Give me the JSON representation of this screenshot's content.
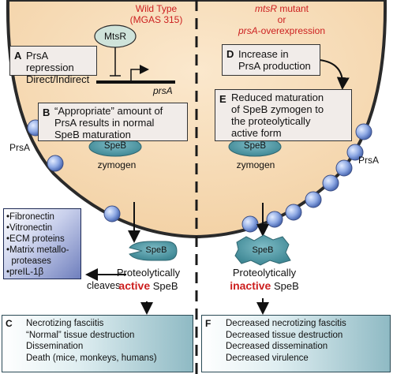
{
  "wild_type": {
    "line1": "Wild Type",
    "line2": "(MGAS 315)"
  },
  "mutant": {
    "line1_italic": "mtsR",
    "line1_rest": " mutant",
    "line2": "or",
    "line3_italic": "prsA",
    "line3_rest": "-overexpression"
  },
  "mtsr_label": "MtsR",
  "prsa_gene": "prsA",
  "box_a": {
    "letter": "A",
    "lines": [
      "PrsA repression",
      "Direct/Indirect"
    ]
  },
  "box_b": {
    "letter": "B",
    "lines": [
      "“Appropriate” amount of",
      "PrsA results in normal",
      "SpeB maturation"
    ]
  },
  "box_d": {
    "letter": "D",
    "lines": [
      "Increase in",
      "PrsA production"
    ]
  },
  "box_e": {
    "letter": "E",
    "lines": [
      "Reduced maturation",
      "of SpeB zymogen to",
      "the proteolytically",
      "active form"
    ]
  },
  "prsa_left": "PrsA",
  "prsa_right": "PrsA",
  "speb": "SpeB",
  "zymogen": "zymogen",
  "substrates": [
    "•Fibronectin",
    "•Vitronectin",
    "•ECM proteins",
    "•Matrix metallo-",
    "  proteases",
    "•preIL-1β"
  ],
  "cleaves": "cleaves",
  "proteolytically": "Proteolytically",
  "active_word": "active",
  "inactive_word": "inactive",
  "box_c": {
    "letter": "C",
    "lines": [
      "Necrotizing fasciitis",
      "“Normal” tissue destruction",
      "Dissemination",
      "Death (mice, monkeys, humans)"
    ]
  },
  "box_f": {
    "letter": "F",
    "lines": [
      "Decreased necrotizing fascitis",
      "Decreased tissue destruction",
      "Decreased dissemination",
      "Decreased virulence"
    ]
  },
  "colors": {
    "cell": "#f7dcb6",
    "membrane": "#2a2a2a",
    "speb": "#4d9aa6",
    "lipo": "#7f9fdc",
    "red": "#cc1f1f"
  }
}
